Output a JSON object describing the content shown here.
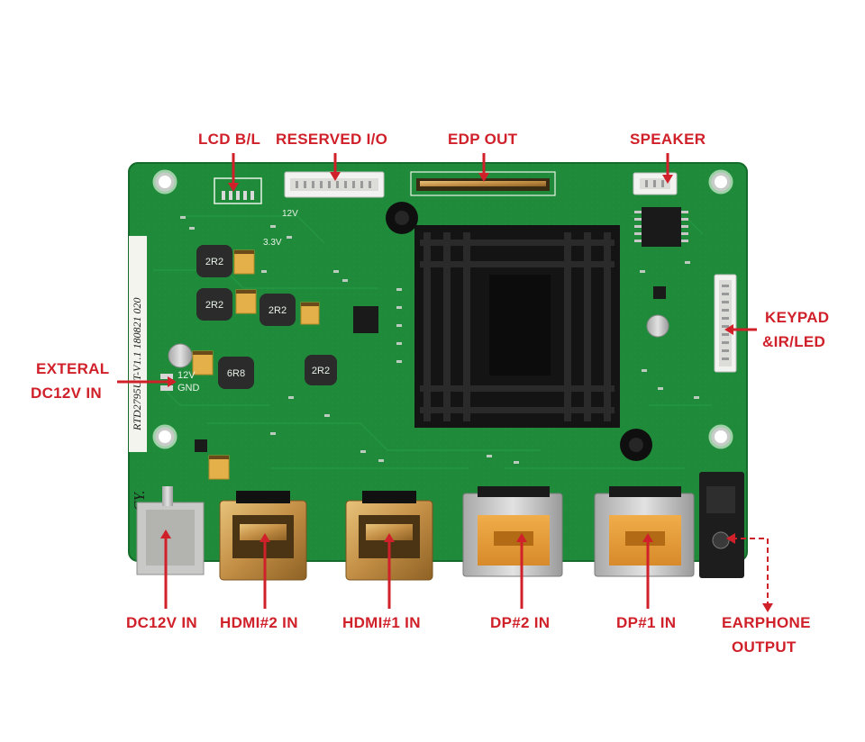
{
  "colors": {
    "label": "#d0202a",
    "pcb": "#1f8a3a",
    "pcb_dark": "#156b2b",
    "heatsink": "#151515",
    "gold": "#c9964a",
    "dp_orange": "#e39a3a"
  },
  "labels": {
    "lcd_bl": "LCD B/L",
    "reserved_io": "RESERVED I/O",
    "edp_out": "EDP OUT",
    "speaker": "SPEAKER",
    "keypad_line1": "KEYPAD",
    "keypad_line2": "&IR/LED",
    "exteral_line1": "EXTERAL",
    "exteral_line2": "DC12V IN",
    "dc12v_in": "DC12V IN",
    "hdmi2_in": "HDMI#2 IN",
    "hdmi1_in": "HDMI#1 IN",
    "dp2_in": "DP#2 IN",
    "dp1_in": "DP#1 IN",
    "earphone_line1": "EARPHONE",
    "earphone_line2": "OUTPUT"
  },
  "silkscreen": {
    "model": "RTD2795UT-V1.1  180821  020",
    "brand": "CY.",
    "voltage_12v": "12V",
    "gnd": "GND",
    "v12": "12V",
    "v33": "3.3V",
    "inductor_a": "2R2",
    "inductor_b": "2R2",
    "inductor_c": "2R2",
    "inductor_d": "6R8",
    "inductor_e": "2R2"
  }
}
